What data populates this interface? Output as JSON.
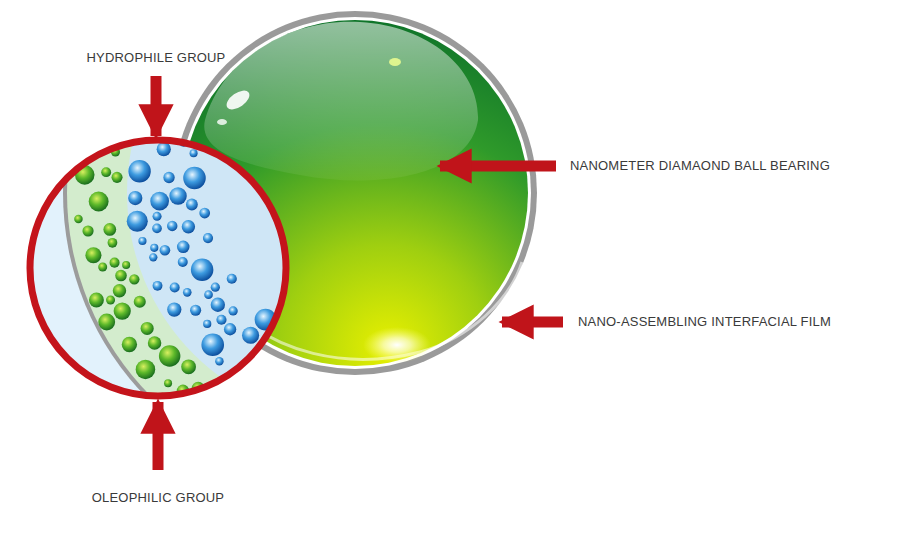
{
  "diagram": {
    "labels": [
      "HYDROPHILE GROUP",
      "NANOMETER DIAMAOND BALL BEARING",
      "NANO-ASSEMBLING INTERFACIAL FILM",
      "OLEOPHILIC GROUP"
    ]
  }
}
